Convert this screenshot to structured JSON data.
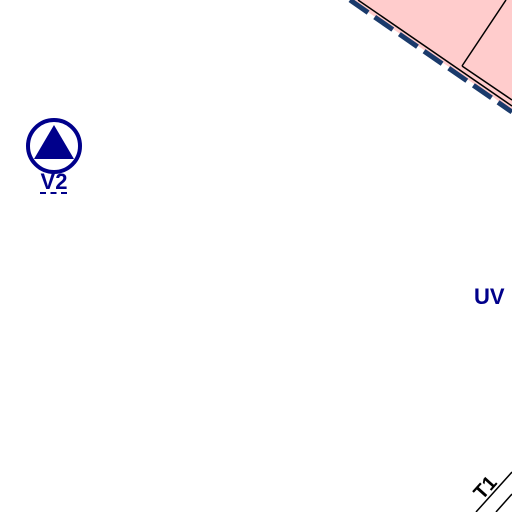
{
  "map": {
    "colors": {
      "zone_fill": "#ffcccc",
      "zone_border": "#000000",
      "zone_shadow": "#1a3a6b",
      "marker_color": "#00008b",
      "label_color": "#00008b",
      "road_color": "#000000"
    },
    "marker": {
      "icon": "triangle-in-circle-icon",
      "label": "V2"
    },
    "zone_label": "UV",
    "road_label": "T1"
  }
}
